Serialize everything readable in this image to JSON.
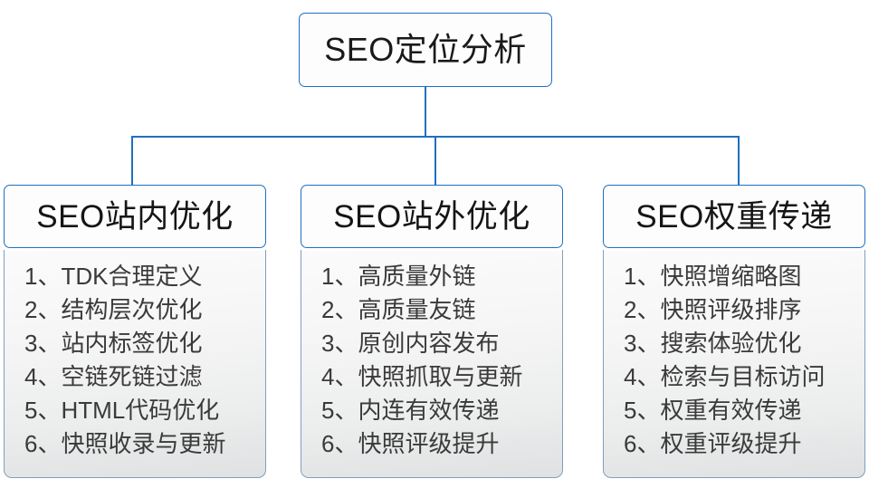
{
  "diagram": {
    "root": {
      "label": "SEO定位分析"
    },
    "branches": [
      {
        "header": "SEO站内优化",
        "items": [
          "1、TDK合理定义",
          "2、结构层次优化",
          "3、站内标签优化",
          "4、空链死链过滤",
          "5、HTML代码优化",
          "6、快照收录与更新"
        ]
      },
      {
        "header": "SEO站外优化",
        "items": [
          "1、高质量外链",
          "2、高质量友链",
          "3、原创内容发布",
          "4、快照抓取与更新",
          "5、内连有效传递",
          "6、快照评级提升"
        ]
      },
      {
        "header": "SEO权重传递",
        "items": [
          "1、快照增缩略图",
          "2、快照评级排序",
          "3、搜索体验优化",
          "4、检索与目标访问",
          "5、权重有效传递",
          "6、权重评级提升"
        ]
      }
    ],
    "colors": {
      "connector": "#1f70c1",
      "box_border": "#1f70c1",
      "panel_border": "#7f9fc0",
      "header_text": "#151515",
      "item_text": "#3a3a3a",
      "background": "#ffffff"
    }
  }
}
